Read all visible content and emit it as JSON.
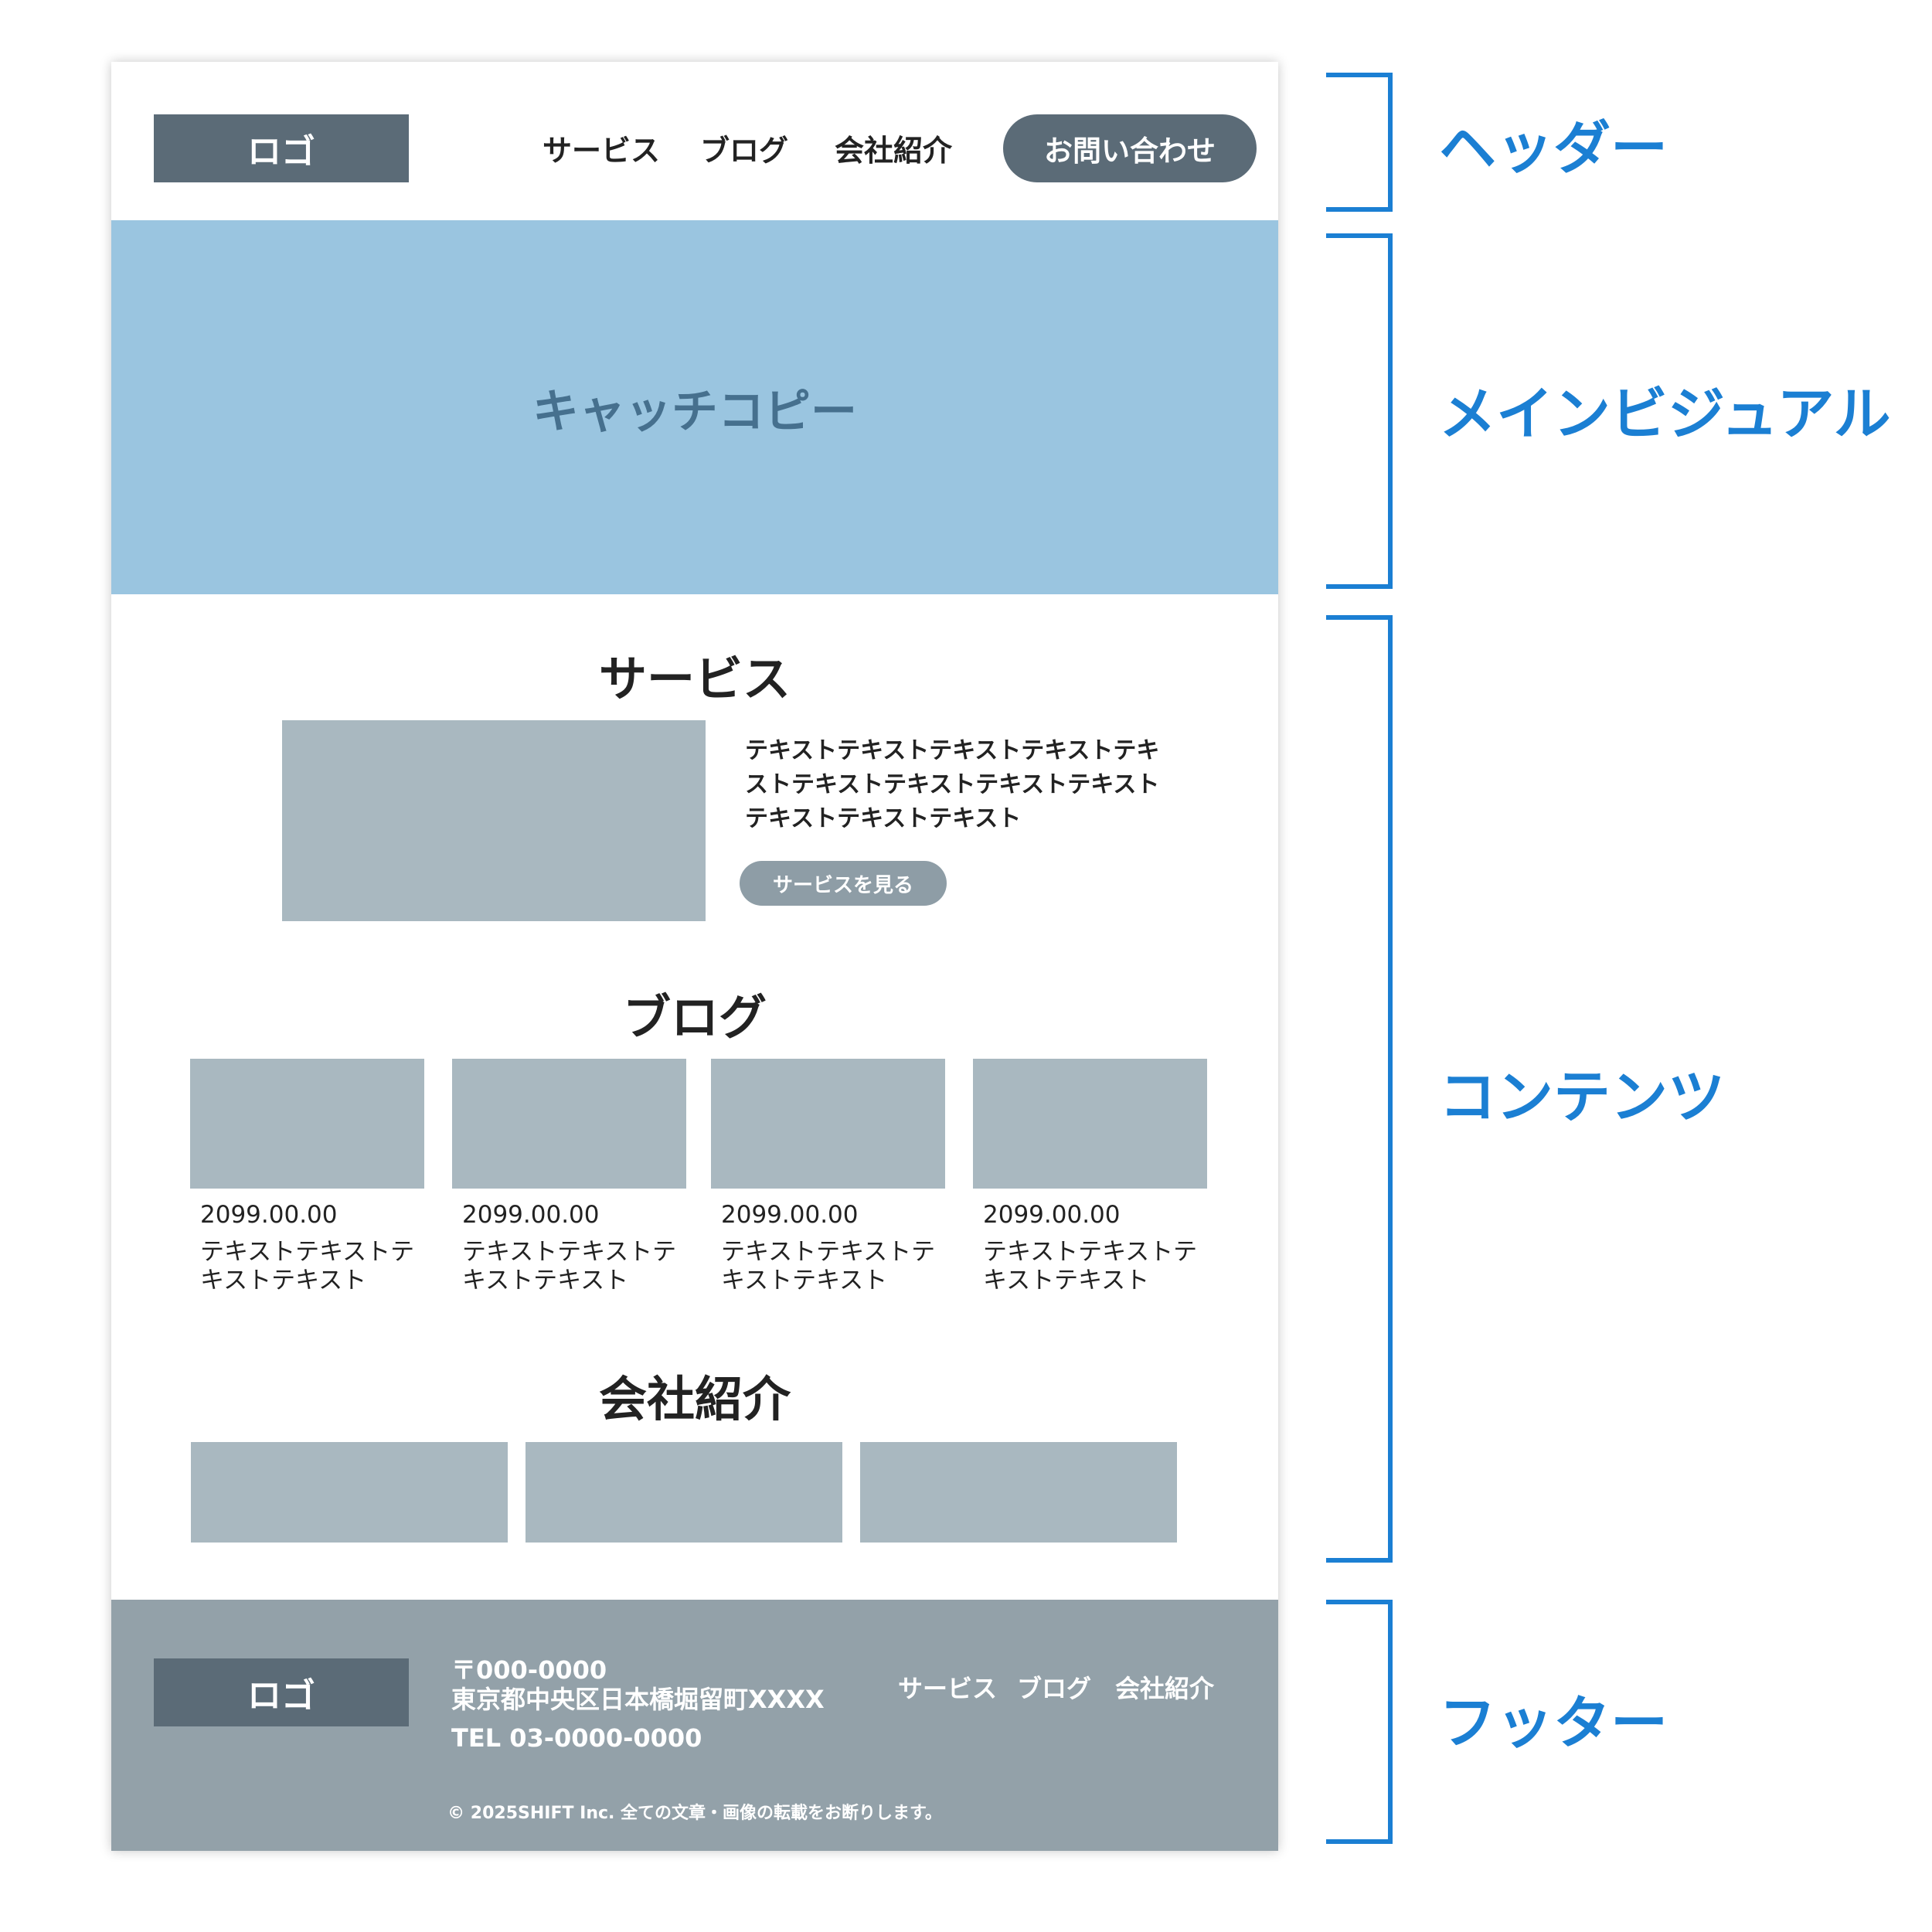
{
  "header": {
    "logo": "ロゴ",
    "nav": [
      "サービス",
      "ブログ",
      "会社紹介"
    ],
    "cta": "お問い合わせ"
  },
  "hero": {
    "catchcopy": "キャッチコピー"
  },
  "service": {
    "title": "サービス",
    "text": "テキストテキストテキストテキストテキストテキストテキストテキストテキストテキストテキストテキスト",
    "button": "サービスを見る"
  },
  "blog": {
    "title": "ブログ",
    "posts": [
      {
        "date": "2099.00.00",
        "title": "テキストテキストテキストテキスト"
      },
      {
        "date": "2099.00.00",
        "title": "テキストテキストテキストテキスト"
      },
      {
        "date": "2099.00.00",
        "title": "テキストテキストテキストテキスト"
      },
      {
        "date": "2099.00.00",
        "title": "テキストテキストテキストテキスト"
      }
    ]
  },
  "company": {
    "title": "会社紹介"
  },
  "footer": {
    "logo": "ロゴ",
    "postal": "〒000-0000",
    "address": "東京都中央区日本橋堀留町XXXX",
    "tel": "TEL 03-0000-0000",
    "nav": [
      "サービス",
      "ブログ",
      "会社紹介"
    ],
    "copyright": "© 2025SHIFT Inc. 全ての文章・画像の転載をお断りします。"
  },
  "annotations": {
    "header": "ヘッダー",
    "main_visual": "メインビジュアル",
    "contents": "コンテンツ",
    "footer": "フッター",
    "color": "#1b7fd3"
  }
}
